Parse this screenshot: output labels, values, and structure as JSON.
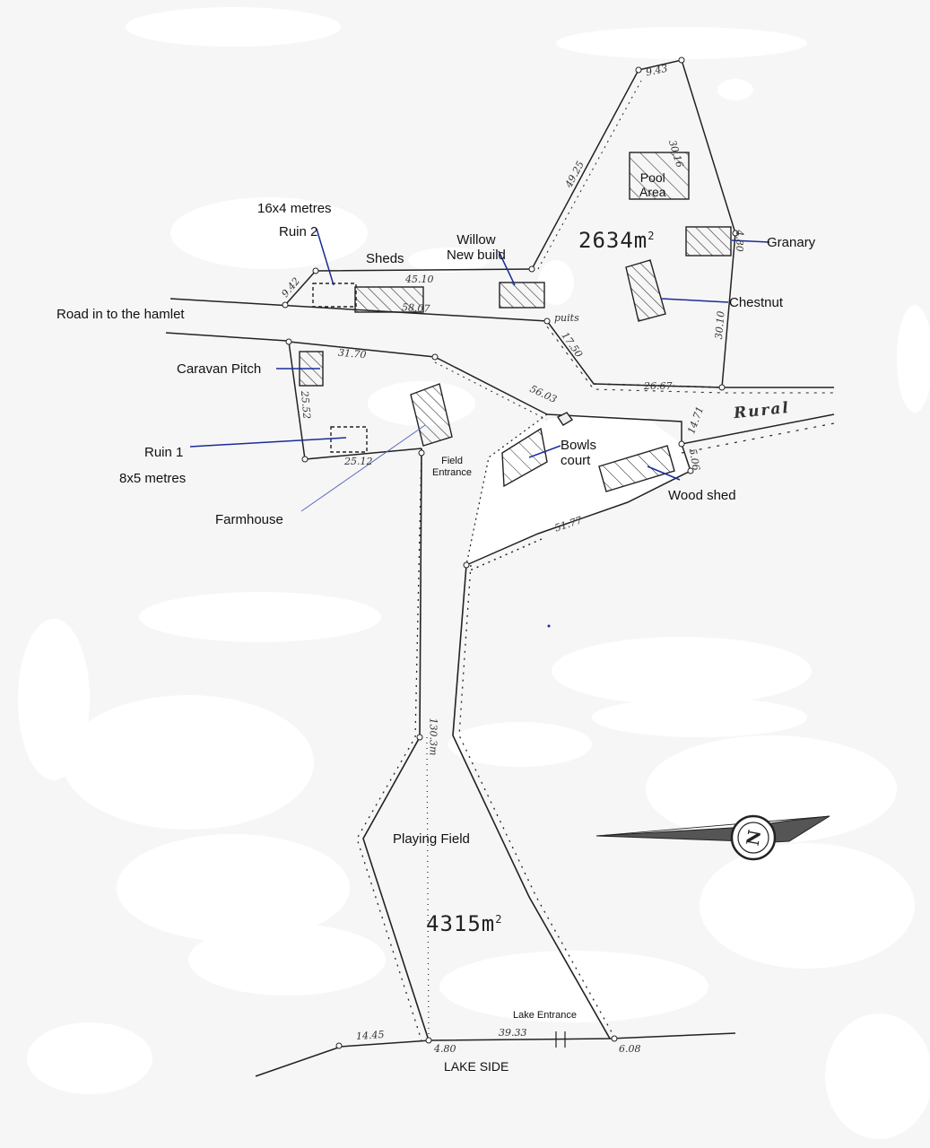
{
  "labels": {
    "road_in": "Road in to the hamlet",
    "ruin2_size": "16x4 metres",
    "ruin2": "Ruin 2",
    "sheds": "Sheds",
    "willow": "Willow",
    "new_build": "New build",
    "pool_area_1": "Pool",
    "pool_area_2": "Area",
    "granary": "Granary",
    "chestnut": "Chestnut",
    "caravan_pitch": "Caravan Pitch",
    "ruin1": "Ruin 1",
    "ruin1_size": "8x5 metres",
    "field_entrance_1": "Field",
    "field_entrance_2": "Entrance",
    "farmhouse": "Farmhouse",
    "bowls_court_1": "Bowls",
    "bowls_court_2": "court",
    "wood_shed": "Wood shed",
    "playing_field": "Playing Field",
    "lake_entrance": "Lake Entrance",
    "lake_side": "LAKE SIDE",
    "rural": "Rural",
    "puits": "puits"
  },
  "areas": {
    "north_plot": "2634m",
    "south_field": "4315m",
    "superscript": "2"
  },
  "measurements": {
    "m943": "9.43",
    "m3016": "30.16",
    "m4925": "49.25",
    "m480": "4.80",
    "m3010": "30.10",
    "m2667": "26.67",
    "m1471": "14.71",
    "m506": "5.06",
    "m942": "9.42",
    "m4510": "45.10",
    "m5807": "58.07",
    "m1750": "17.50",
    "m3170": "31.70",
    "m2552": "25.52",
    "m5603": "56.03",
    "m2512": "25.12",
    "m5177": "51.77",
    "m130": "130.3m",
    "m1445": "14.45",
    "m480b": "4.80",
    "m3933": "39.33",
    "m608": "6.08"
  },
  "compass": {
    "letter": "N"
  }
}
